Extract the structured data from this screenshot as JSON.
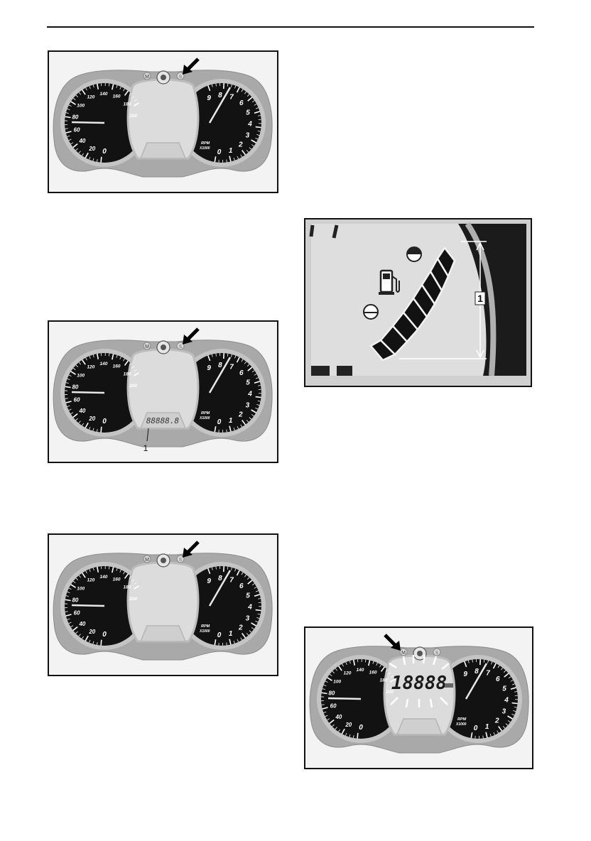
{
  "cluster": {
    "mode_label": "M",
    "set_label": "S",
    "speed_ticks": [
      "20",
      "40",
      "60",
      "80",
      "100",
      "120",
      "140",
      "160",
      "180",
      "200"
    ],
    "speed_zero": "0",
    "rpm_ticks": [
      "0",
      "1",
      "2",
      "3",
      "4",
      "5",
      "6",
      "7",
      "8",
      "9"
    ],
    "rpm_unit_line1": "RPM",
    "rpm_unit_line2": "X1000"
  },
  "fig2": {
    "lcd_text": "88888.8",
    "callout": "1"
  },
  "fig4": {
    "callout": "1"
  },
  "fig5": {
    "lcd_text": "18888"
  },
  "colors": {
    "dial_black": "#121212",
    "bezel_gray": "#a9a9a9",
    "lcd_gray": "#dcdcdc",
    "panel_bg": "#efefef"
  }
}
